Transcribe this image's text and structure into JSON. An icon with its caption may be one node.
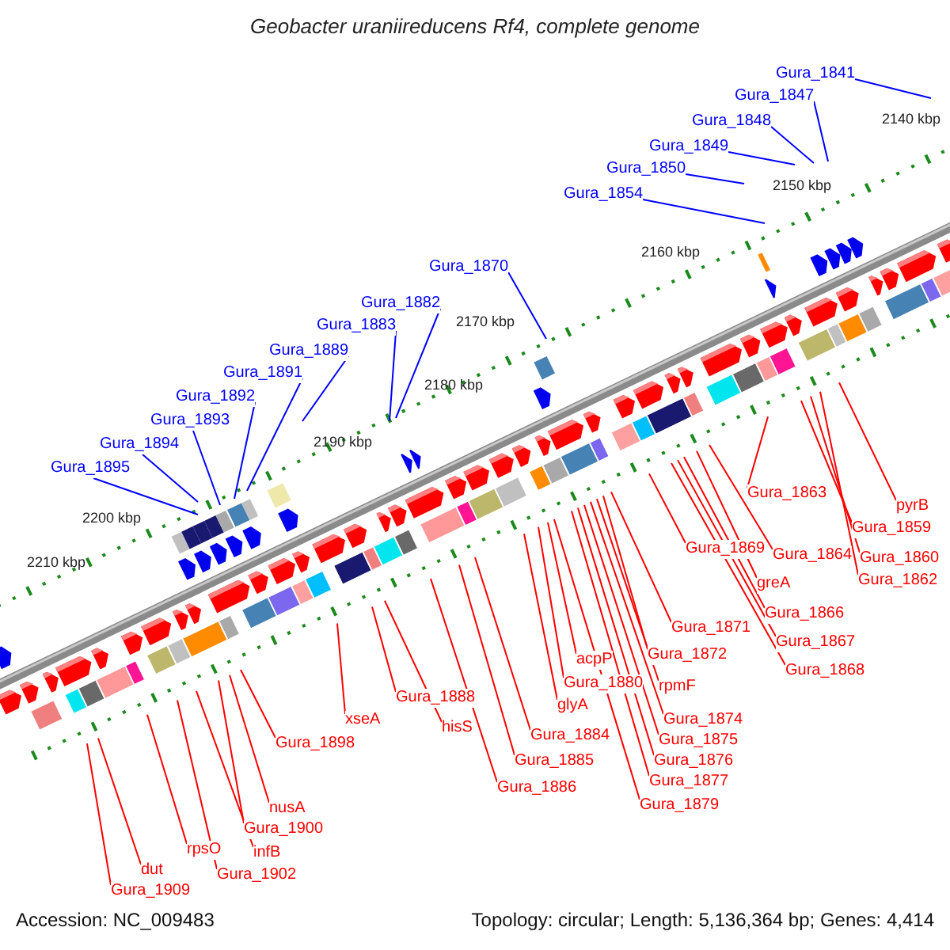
{
  "diagram": {
    "title": "Geobacter uraniireducens Rf4, complete genome",
    "nodes": [
      {
        "text": [
          "Gura_1841"
        ]
      },
      {
        "text": [
          "Gura_1847"
        ]
      },
      {
        "text": [
          "Gura_1848"
        ]
      },
      {
        "text": [
          "Gura_1849"
        ]
      },
      {
        "text": [
          "Gura_1850"
        ]
      },
      {
        "text": [
          "Gura_1854"
        ]
      },
      {
        "text": [
          "Gura_1870"
        ]
      },
      {
        "text": [
          "Gura_1882"
        ]
      },
      {
        "text": [
          "Gura_1883"
        ]
      },
      {
        "text": [
          "Gura_1889"
        ]
      },
      {
        "text": [
          "Gura_1891"
        ]
      },
      {
        "text": [
          "Gura_1892"
        ]
      },
      {
        "text": [
          "Gura_1893"
        ]
      },
      {
        "text": [
          "Gura_1894"
        ]
      },
      {
        "text": [
          "Gura_1895"
        ]
      },
      {
        "text": [
          "Gura_1863"
        ]
      },
      {
        "text": [
          "pyrB"
        ]
      },
      {
        "text": [
          "Gura_1859"
        ]
      },
      {
        "text": [
          "Gura_1869"
        ]
      },
      {
        "text": [
          "Gura_1864"
        ]
      },
      {
        "text": [
          "Gura_1860"
        ]
      },
      {
        "text": [
          "Gura_1862"
        ]
      },
      {
        "text": [
          "greA"
        ]
      },
      {
        "text": [
          "Gura_1866"
        ]
      },
      {
        "text": [
          "Gura_1871"
        ]
      },
      {
        "text": [
          "Gura_1867"
        ]
      },
      {
        "text": [
          "Gura_1872"
        ]
      },
      {
        "text": [
          "acpP"
        ]
      },
      {
        "text": [
          "Gura_1868"
        ]
      },
      {
        "text": [
          "Gura_1880"
        ]
      },
      {
        "text": [
          "rpmF"
        ]
      },
      {
        "text": [
          "Gura_1888"
        ]
      },
      {
        "text": [
          "glyA"
        ]
      },
      {
        "text": [
          "xseA"
        ]
      },
      {
        "text": [
          "Gura_1874"
        ]
      },
      {
        "text": [
          "hisS"
        ]
      },
      {
        "text": [
          "Gura_1884"
        ]
      },
      {
        "text": [
          "Gura_1875"
        ]
      },
      {
        "text": [
          "Gura_1898"
        ]
      },
      {
        "text": [
          "Gura_1876"
        ]
      },
      {
        "text": [
          "Gura_1885"
        ]
      },
      {
        "text": [
          "Gura_1877"
        ]
      },
      {
        "text": [
          "Gura_1886"
        ]
      },
      {
        "text": [
          "Gura_1879"
        ]
      },
      {
        "text": [
          "nusA"
        ]
      },
      {
        "text": [
          "Gura_1900"
        ]
      },
      {
        "text": [
          "rpsO"
        ]
      },
      {
        "text": [
          "infB"
        ]
      },
      {
        "text": [
          "dut"
        ]
      },
      {
        "text": [
          "Gura_1902"
        ]
      },
      {
        "text": [
          "Gura_1909"
        ]
      }
    ],
    "edges": [
      {
        "from": 0,
        "to": null,
        "arrow": "none",
        "color": "#0000ff"
      },
      {
        "from": 1,
        "to": null,
        "arrow": "none",
        "color": "#0000ff"
      },
      {
        "from": 2,
        "to": null,
        "arrow": "none",
        "color": "#0000ff"
      },
      {
        "from": 3,
        "to": null,
        "arrow": "none",
        "color": "#0000ff"
      },
      {
        "from": 4,
        "to": null,
        "arrow": "none",
        "color": "#0000ff"
      },
      {
        "from": 5,
        "to": null,
        "arrow": "none",
        "color": "#0000ff"
      },
      {
        "from": 6,
        "to": null,
        "arrow": "none",
        "color": "#0000ff"
      },
      {
        "from": 7,
        "to": null,
        "arrow": "none",
        "color": "#0000ff"
      },
      {
        "from": 8,
        "to": null,
        "arrow": "none",
        "color": "#0000ff"
      },
      {
        "from": 9,
        "to": null,
        "arrow": "none",
        "color": "#0000ff"
      },
      {
        "from": 10,
        "to": null,
        "arrow": "none",
        "color": "#0000ff"
      },
      {
        "from": 11,
        "to": null,
        "arrow": "none",
        "color": "#0000ff"
      },
      {
        "from": 12,
        "to": null,
        "arrow": "none",
        "color": "#0000ff"
      },
      {
        "from": 13,
        "to": null,
        "arrow": "none",
        "color": "#0000ff"
      },
      {
        "from": 14,
        "to": null,
        "arrow": "none",
        "color": "#0000ff"
      },
      {
        "from": 15,
        "to": null,
        "arrow": "none"
      },
      {
        "from": 16,
        "to": null,
        "arrow": "none"
      },
      {
        "from": 17,
        "to": null,
        "arrow": "none"
      },
      {
        "from": 18,
        "to": null,
        "arrow": "none"
      },
      {
        "from": 19,
        "to": null,
        "arrow": "none"
      },
      {
        "from": 20,
        "to": null,
        "arrow": "none"
      },
      {
        "from": 21,
        "to": null,
        "arrow": "none"
      },
      {
        "from": 22,
        "to": null,
        "arrow": "none"
      },
      {
        "from": 23,
        "to": null,
        "arrow": "none"
      },
      {
        "from": 24,
        "to": null,
        "arrow": "none"
      },
      {
        "from": 25,
        "to": null,
        "arrow": "none"
      },
      {
        "from": 26,
        "to": null,
        "arrow": "none"
      },
      {
        "from": 27,
        "to": null,
        "arrow": "none"
      },
      {
        "from": 28,
        "to": null,
        "arrow": "none"
      },
      {
        "from": 29,
        "to": null,
        "arrow": "none"
      },
      {
        "from": 30,
        "to": null,
        "arrow": "none"
      },
      {
        "from": 31,
        "to": null,
        "arrow": "none"
      },
      {
        "from": 32,
        "to": null,
        "arrow": "none"
      },
      {
        "from": 33,
        "to": null,
        "arrow": "none"
      },
      {
        "from": 34,
        "to": null,
        "arrow": "none"
      },
      {
        "from": 35,
        "to": null,
        "arrow": "none"
      },
      {
        "from": 36,
        "to": null,
        "arrow": "none"
      },
      {
        "from": 37,
        "to": null,
        "arrow": "none"
      },
      {
        "from": 38,
        "to": null,
        "arrow": "none"
      },
      {
        "from": 39,
        "to": null,
        "arrow": "none"
      },
      {
        "from": 40,
        "to": null,
        "arrow": "none"
      },
      {
        "from": 41,
        "to": null,
        "arrow": "none"
      },
      {
        "from": 42,
        "to": null,
        "arrow": "none"
      },
      {
        "from": 43,
        "to": null,
        "arrow": "none"
      },
      {
        "from": 44,
        "to": null,
        "arrow": "none"
      },
      {
        "from": 45,
        "to": null,
        "arrow": "none"
      },
      {
        "from": 46,
        "to": null,
        "arrow": "none"
      },
      {
        "from": 47,
        "to": null,
        "arrow": "none"
      },
      {
        "from": 48,
        "to": null,
        "arrow": "none"
      },
      {
        "from": 49,
        "to": null,
        "arrow": "none"
      },
      {
        "from": 50,
        "to": null,
        "arrow": "none"
      }
    ],
    "labels": [
      "2140 kbp",
      "2150 kbp",
      "2160 kbp",
      "2170 kbp",
      "2180 kbp",
      "2190 kbp",
      "2200 kbp",
      "2210 kbp",
      "Accession: NC_009483",
      "Topology: circular; Length: 5,136,364 bp; Genes: 4,414"
    ]
  }
}
